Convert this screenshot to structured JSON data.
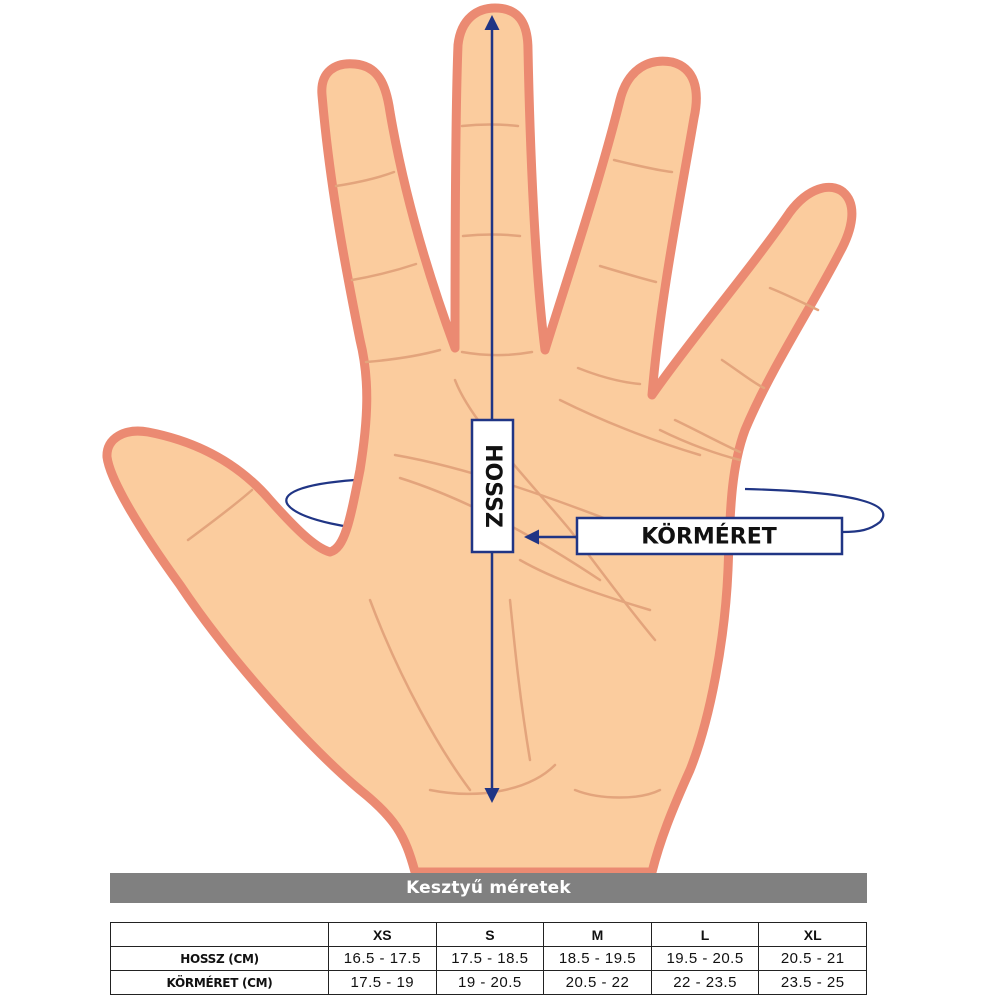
{
  "diagram": {
    "length_label": "HOSSZ",
    "circumference_label": "KÖRMÉRET",
    "colors": {
      "skin": "#fbcc9e",
      "outline": "#eb8a72",
      "crease": "#e3a47c",
      "arrow": "#203585",
      "label_border": "#203585"
    }
  },
  "table": {
    "title": "Kesztyű méretek",
    "columns": [
      "XS",
      "S",
      "M",
      "L",
      "XL"
    ],
    "rows": [
      {
        "label": "HOSSZ (CM)",
        "values": [
          "16.5 - 17.5",
          "17.5 - 18.5",
          "18.5 - 19.5",
          "19.5 - 20.5",
          "20.5 - 21"
        ]
      },
      {
        "label": "KÖRMÉRET (CM)",
        "values": [
          "17.5 - 19",
          "19 - 20.5",
          "20.5 - 22",
          "22 - 23.5",
          "23.5 - 25"
        ]
      }
    ]
  }
}
